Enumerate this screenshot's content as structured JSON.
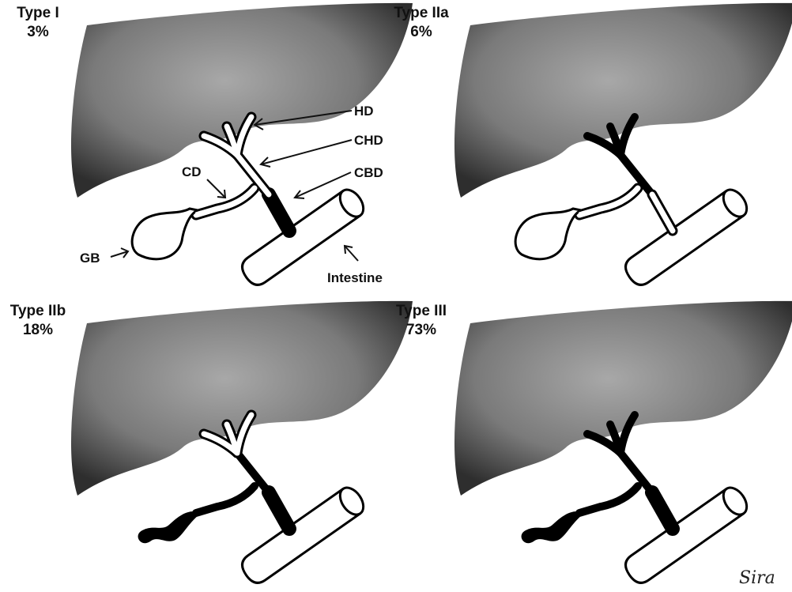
{
  "panels": [
    {
      "type_label": "Type I",
      "percent": "3%",
      "segments": {
        "hd": "patent",
        "chd": "patent",
        "cd": "patent",
        "cbd": "obliterated",
        "gb": "patent"
      }
    },
    {
      "type_label": "Type IIa",
      "percent": "6%",
      "segments": {
        "hd": "obliterated",
        "chd": "obliterated",
        "cd": "patent",
        "cbd": "patent",
        "gb": "patent"
      }
    },
    {
      "type_label": "Type IIb",
      "percent": "18%",
      "segments": {
        "hd": "patent",
        "chd": "obliterated",
        "cd": "obliterated",
        "cbd": "obliterated",
        "gb": "obliterated"
      }
    },
    {
      "type_label": "Type III",
      "percent": "73%",
      "segments": {
        "hd": "obliterated",
        "chd": "obliterated",
        "cd": "obliterated",
        "cbd": "obliterated",
        "gb": "obliterated"
      }
    }
  ],
  "annotations": {
    "hd": "HD",
    "chd": "CHD",
    "cbd": "CBD",
    "cd": "CD",
    "gb": "GB",
    "intestine": "Intestine"
  },
  "signature": "Sira",
  "colors": {
    "liver_light": "#a8a8a8",
    "liver_dark": "#2e2e2e",
    "outline": "#000000",
    "lumen": "#ffffff"
  }
}
